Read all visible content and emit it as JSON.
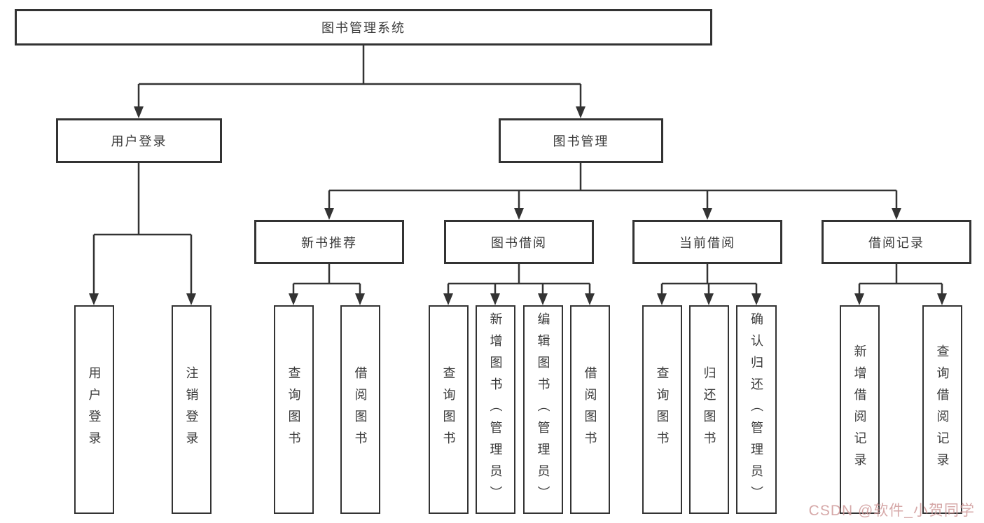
{
  "tree": {
    "root": {
      "label": "图书管理系统"
    },
    "branches": [
      {
        "label": "用户登录",
        "children": [
          {
            "label": "用户登录"
          },
          {
            "label": "注销登录"
          }
        ]
      },
      {
        "label": "图书管理",
        "children": [
          {
            "label": "新书推荐",
            "children": [
              {
                "label": "查询图书"
              },
              {
                "label": "借阅图书"
              }
            ]
          },
          {
            "label": "图书借阅",
            "children": [
              {
                "label": "查询图书"
              },
              {
                "label": "新增图书（管理员）"
              },
              {
                "label": "编辑图书（管理员）"
              },
              {
                "label": "借阅图书"
              }
            ]
          },
          {
            "label": "当前借阅",
            "children": [
              {
                "label": "查询图书"
              },
              {
                "label": "归还图书"
              },
              {
                "label": "确认归还（管理员）"
              }
            ]
          },
          {
            "label": "借阅记录",
            "children": [
              {
                "label": "新增借阅记录"
              },
              {
                "label": "查询借阅记录"
              }
            ]
          }
        ]
      }
    ]
  },
  "watermark": {
    "text": "CSDN @软件_小贺同学",
    "color": "#cf9a9a"
  },
  "colors": {
    "line": "#333333",
    "box_border": "#333333",
    "text": "#3b3b3b",
    "background": "#ffffff"
  }
}
